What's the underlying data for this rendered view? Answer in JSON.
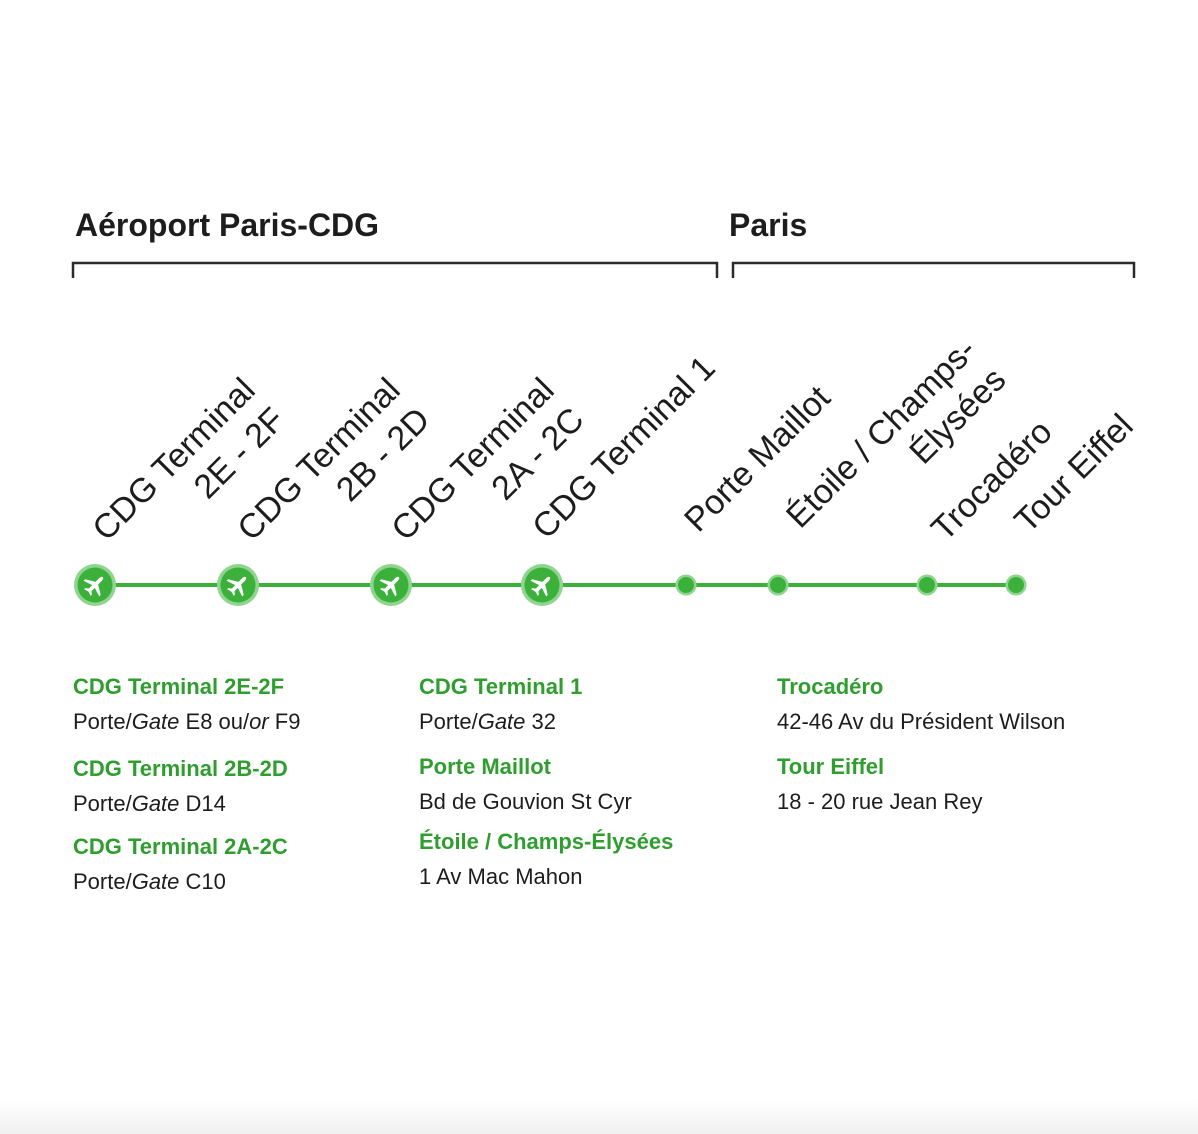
{
  "zones": [
    {
      "label": "Aéroport Paris-CDG"
    },
    {
      "label": "Paris"
    }
  ],
  "stations": [
    {
      "lines": [
        "CDG Terminal",
        "2E - 2F"
      ],
      "airport": true,
      "icon": "plane-icon"
    },
    {
      "lines": [
        "CDG Terminal",
        "2B - 2D"
      ],
      "airport": true,
      "icon": "plane-icon"
    },
    {
      "lines": [
        "CDG Terminal",
        "2A - 2C"
      ],
      "airport": true,
      "icon": "plane-icon"
    },
    {
      "lines": [
        "CDG Terminal 1"
      ],
      "airport": true,
      "icon": "plane-icon"
    },
    {
      "lines": [
        "Porte Maillot"
      ],
      "airport": false
    },
    {
      "lines": [
        "Étoile / Champs-",
        "Élysées"
      ],
      "airport": false
    },
    {
      "lines": [
        "Trocadéro"
      ],
      "airport": false
    },
    {
      "lines": [
        "Tour Eiffel"
      ],
      "airport": false
    }
  ],
  "stops": [
    {
      "title": "CDG Terminal 2E-2F",
      "detail": [
        {
          "t": "Porte/"
        },
        {
          "t": "Gate",
          "i": true
        },
        {
          "t": " E8 ou/"
        },
        {
          "t": "or",
          "i": true
        },
        {
          "t": " F9"
        }
      ]
    },
    {
      "title": "CDG Terminal 2B-2D",
      "detail": [
        {
          "t": "Porte/"
        },
        {
          "t": "Gate",
          "i": true
        },
        {
          "t": " D14"
        }
      ]
    },
    {
      "title": "CDG Terminal 2A-2C",
      "detail": [
        {
          "t": "Porte/"
        },
        {
          "t": "Gate",
          "i": true
        },
        {
          "t": " C10"
        }
      ]
    },
    {
      "title": "CDG Terminal 1",
      "detail": [
        {
          "t": "Porte/"
        },
        {
          "t": "Gate",
          "i": true
        },
        {
          "t": " 32"
        }
      ]
    },
    {
      "title": "Porte Maillot",
      "detail": [
        {
          "t": "Bd de Gouvion St Cyr"
        }
      ]
    },
    {
      "title": "Étoile / Champs-Élysées",
      "detail": [
        {
          "t": "1 Av Mac Mahon"
        }
      ]
    },
    {
      "title": "Trocadéro",
      "detail": [
        {
          "t": "42-46 Av du Président Wilson"
        }
      ]
    },
    {
      "title": "Tour Eiffel",
      "detail": [
        {
          "t": "18 - 20 rue Jean Rey"
        }
      ]
    }
  ],
  "colors": {
    "line": "#3bb13b",
    "title": "#2f9e2f",
    "text": "#1d1d1d",
    "node_ring": "#8fd48f",
    "icon": "#ffffff"
  }
}
